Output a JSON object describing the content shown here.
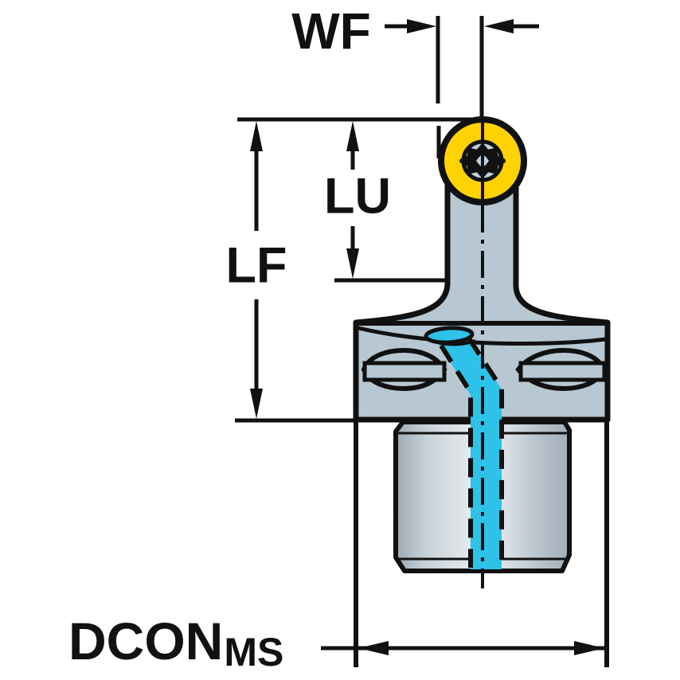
{
  "diagram": {
    "type": "technical-dimension-drawing",
    "subject": "cutting-unit tool holder with round insert, side view",
    "labels": {
      "wf": "WF",
      "lu": "LU",
      "lf": "LF",
      "dcon_main": "DCON",
      "dcon_sub": "MS"
    },
    "colors": {
      "line": "#111111",
      "body_blue_gray": "#b7c8d2",
      "insert_yellow": "#ffd204",
      "insert_face_blue": "#bdcfe0",
      "coolant_cyan": "#2ec2e9",
      "shank_dark": "#9da9b3",
      "shank_mid": "#c9d2d9",
      "shank_light": "#eef1f4",
      "background": "#ffffff"
    }
  }
}
